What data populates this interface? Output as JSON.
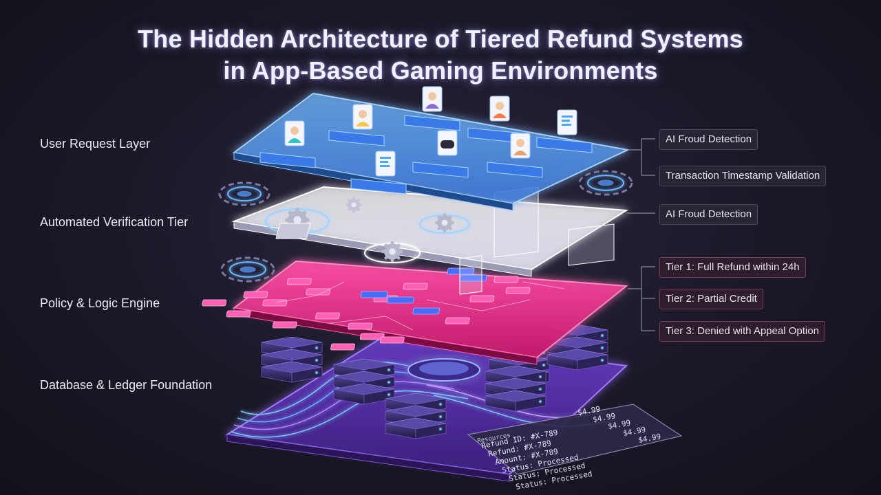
{
  "title": {
    "line1": "The Hidden Architecture of Tiered Refund Systems",
    "line2": "in App-Based Gaming Environments"
  },
  "layers": [
    {
      "label": "User Request Layer",
      "color": "#5aa8ff"
    },
    {
      "label": "Automated Verification Tier",
      "color": "#f2f2fa"
    },
    {
      "label": "Policy & Logic Engine",
      "color": "#ff3d9a"
    },
    {
      "label": "Database & Ledger Foundation",
      "color": "#8a4cff"
    }
  ],
  "callouts": {
    "user": [
      "AI Froud Detection",
      "Transaction Timestamp Validation"
    ],
    "verification": [
      "AI Froud Detection"
    ],
    "policy": [
      "Tier 1: Full Refund within 24h",
      "Tier 2: Partial Credit",
      "Tier 3: Denied with Appeal Option"
    ]
  },
  "ledger": {
    "header": "Resources",
    "rows": [
      {
        "text": "Refund ID: #X-789",
        "amount": "$4.99"
      },
      {
        "text": "Refund: #X-789",
        "amount": "$4.99"
      },
      {
        "text": "Amount: #X-789",
        "amount": "$4.99"
      },
      {
        "text": "Status: Processed",
        "amount": "$4.99"
      },
      {
        "text": "Status: Processed",
        "amount": "$4.99"
      },
      {
        "text": "Status: Processed",
        "amount": ""
      }
    ]
  }
}
